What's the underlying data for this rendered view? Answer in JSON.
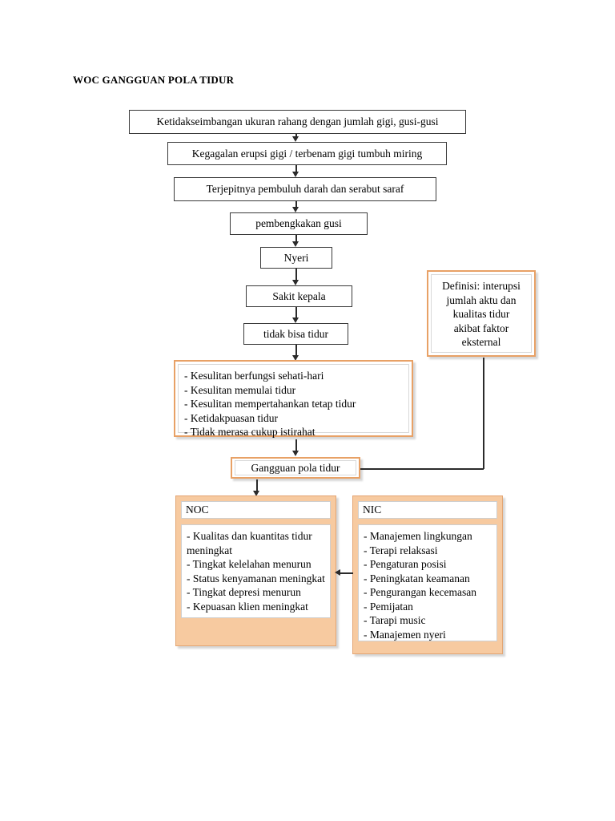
{
  "document": {
    "title": "WOC GANGGUAN POLA TIDUR"
  },
  "colors": {
    "orange_border": "#e8a166",
    "panel_fill": "#f7caa0",
    "line": "#2b2b2b",
    "box_border": "#3a3a3a",
    "background": "#ffffff"
  },
  "flow": {
    "nodes": [
      {
        "id": "n1",
        "label": "Ketidakseimbangan ukuran rahang dengan jumlah gigi, gusi-gusi"
      },
      {
        "id": "n2",
        "label": "Kegagalan erupsi gigi / terbenam gigi tumbuh miring"
      },
      {
        "id": "n3",
        "label": "Terjepitnya pembuluh darah dan serabut saraf"
      },
      {
        "id": "n4",
        "label": "pembengkakan gusi"
      },
      {
        "id": "n5",
        "label": "Nyeri"
      },
      {
        "id": "n6",
        "label": "Sakit kepala"
      },
      {
        "id": "n7",
        "label": "tidak bisa tidur"
      }
    ]
  },
  "definition_box": {
    "lines": [
      "Definisi: interupsi",
      "jumlah aktu dan",
      "kualitas tidur",
      "akibat faktor",
      "eksternal"
    ]
  },
  "symptoms_box": {
    "items": [
      "- Kesulitan berfungsi sehati-hari",
      "- Kesulitan memulai tidur",
      "- Kesulitan mempertahankan tetap tidur",
      "- Ketidakpuasan tidur",
      "- Tidak merasa cukup istirahat"
    ]
  },
  "diagnosis": {
    "label": "Gangguan pola tidur"
  },
  "noc": {
    "header": "NOC",
    "items": [
      "- Kualitas dan kuantitas tidur meningkat",
      "- Tingkat kelelahan menurun",
      "- Status kenyamanan meningkat",
      "- Tingkat depresi menurun",
      "- Kepuasan klien meningkat"
    ]
  },
  "nic": {
    "header": "NIC",
    "items": [
      "- Manajemen lingkungan",
      "- Terapi relaksasi",
      "- Pengaturan posisi",
      "- Peningkatan keamanan",
      "- Pengurangan kecemasan",
      "- Pemijatan",
      "- Tarapi music",
      "- Manajemen nyeri"
    ]
  }
}
